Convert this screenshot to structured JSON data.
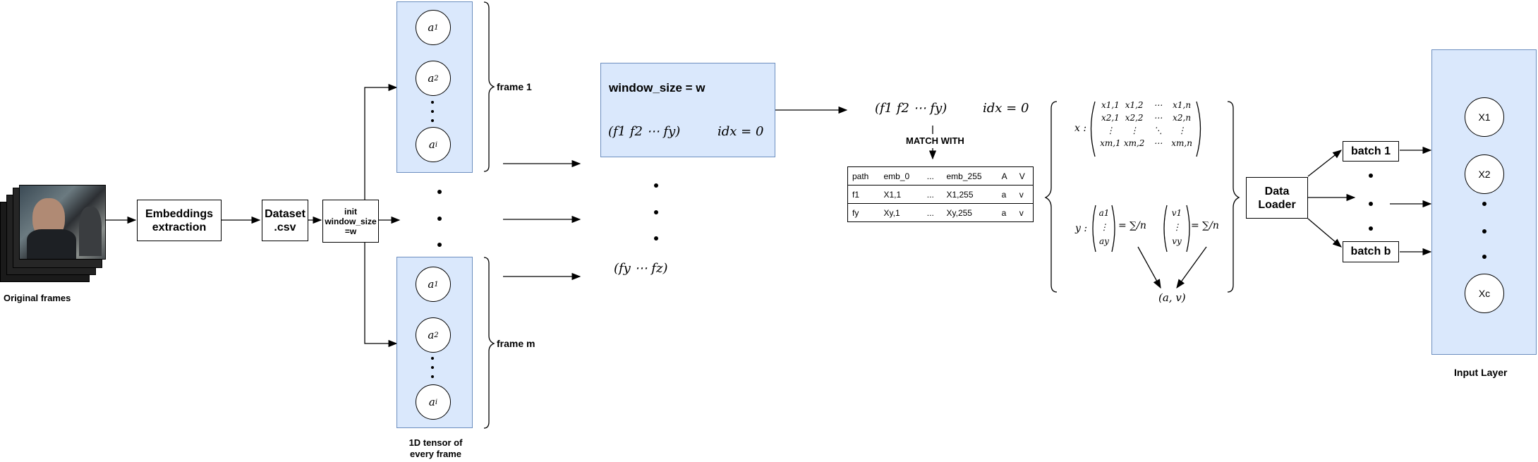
{
  "input": {
    "caption": "Original frames"
  },
  "pipeline": {
    "embeddings_label": "Embeddings extraction",
    "dataset_label": "Dataset .csv",
    "init_label": "init window_size =w"
  },
  "tensors": {
    "frame1_label": "frame 1",
    "framem_label": "frame m",
    "caption": "1D tensor of every frame",
    "nodes_top": [
      "a",
      "a",
      "a"
    ],
    "nodes_top_sub": [
      "1",
      "2",
      "i"
    ],
    "nodes_bottom": [
      "a",
      "a",
      "a"
    ],
    "nodes_bottom_sub": [
      "1",
      "2",
      "i"
    ]
  },
  "window": {
    "title": "window_size = w",
    "sequence": "(f1   f2   ⋯   fy)",
    "idx": "idx = 0",
    "sequence_next": "(fy   ⋯   fz)"
  },
  "match": {
    "sequence": "(f1   f2   ⋯   fy)",
    "idx": "idx = 0",
    "label": "MATCH WITH",
    "table_header": [
      "path",
      "emb_0",
      "...",
      "emb_255",
      "A",
      "V"
    ],
    "table_rows": [
      [
        "f1",
        "X1,1",
        "...",
        "X1,255",
        "a",
        "v"
      ],
      [
        "fy",
        "Xy,1",
        "...",
        "Xy,255",
        "a",
        "v"
      ]
    ]
  },
  "matrices": {
    "x_label": "x :",
    "y_label": "y :",
    "x_matrix": [
      [
        "x1,1",
        "x1,2",
        "⋯",
        "x1,n"
      ],
      [
        "x2,1",
        "x2,2",
        "⋯",
        "x2,n"
      ],
      [
        "⋮",
        "⋮",
        "⋱",
        "⋮"
      ],
      [
        "xm,1",
        "xm,2",
        "⋯",
        "xm,n"
      ]
    ],
    "a_vector": [
      "a1",
      "⋮",
      "ay"
    ],
    "v_vector": [
      "v1",
      "⋮",
      "vy"
    ],
    "sum_formula": "= ∑/n",
    "result": "(a, v)"
  },
  "loader": {
    "label": "Data Loader",
    "batch_first": "batch 1",
    "batch_last": "batch b"
  },
  "input_layer": {
    "caption": "Input Layer",
    "nodes": [
      "X1",
      "X2",
      "Xc"
    ]
  },
  "colors": {
    "panel_fill": "#dae8fc",
    "panel_border": "#6c8ebf"
  }
}
